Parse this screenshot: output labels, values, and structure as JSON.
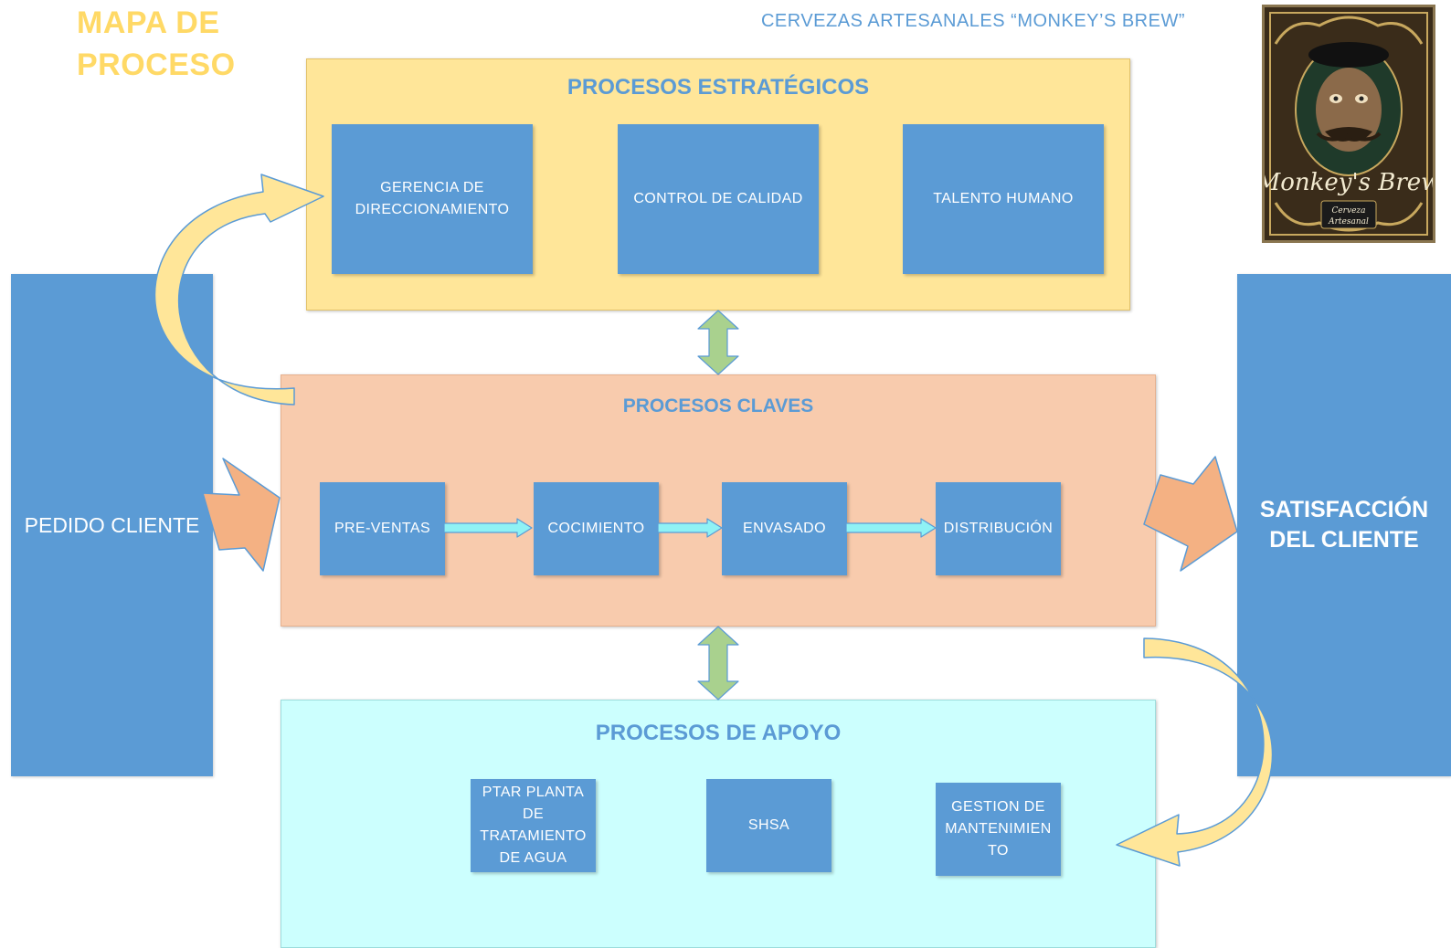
{
  "header": {
    "title": "MAPA DE\nPROCESO",
    "brand": "CERVEZAS ARTESANALES “MONKEY’S BREW”"
  },
  "logo": {
    "name": "Monkey's Brew",
    "tagline": "Cerveza\nArtesanal"
  },
  "input": {
    "label": "PEDIDO CLIENTE"
  },
  "output": {
    "label": "SATISFACCIÓN\nDEL CLIENTE"
  },
  "strategic": {
    "title": "PROCESOS ESTRATÉGICOS",
    "boxes": [
      "GERENCIA DE\nDIRECCIONAMIENTO",
      "CONTROL DE CALIDAD",
      "TALENTO HUMANO"
    ]
  },
  "key": {
    "title": "PROCESOS CLAVES",
    "boxes": [
      "PRE-VENTAS",
      "COCIMIENTO",
      "ENVASADO",
      "DISTRIBUCIÓN"
    ]
  },
  "support": {
    "title": "PROCESOS DE APOYO",
    "boxes": [
      "PTAR PLANTA\nDE\nTRATAMIENTO\nDE AGUA",
      "SHSA",
      "GESTION DE\nMANTENIMIEN\nTO"
    ]
  },
  "colors": {
    "box_blue": "#5b9bd5",
    "strategic_bg": "#ffe699",
    "key_bg": "#f8cbad",
    "support_bg": "#ccfffe",
    "title_yellow": "#ffd966",
    "arrow_yellow": "#ffe699",
    "arrow_orange": "#f4b183",
    "arrow_green": "#a9d18e",
    "arrow_cyan": "#8ff2f5"
  }
}
